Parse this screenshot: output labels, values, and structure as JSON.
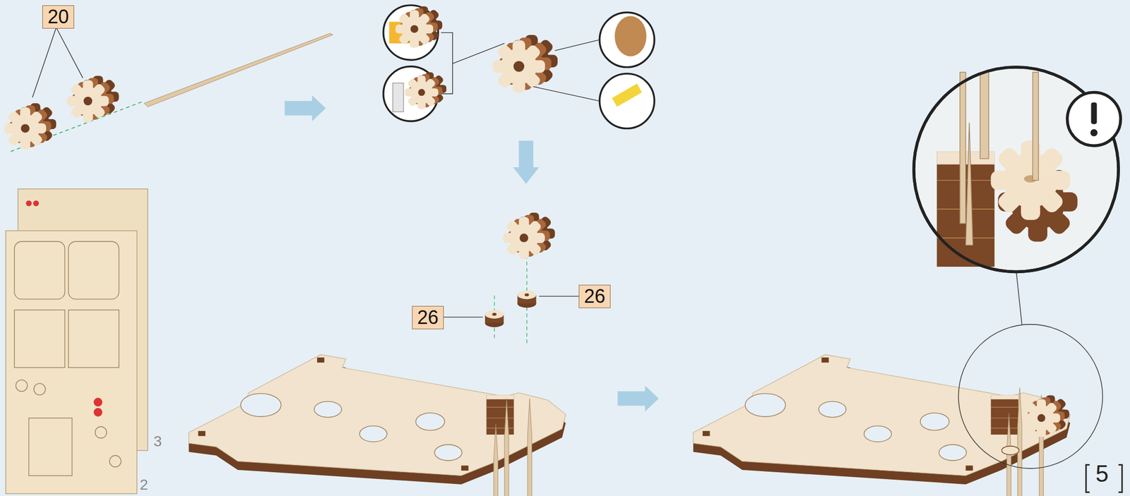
{
  "diagram": {
    "nodes": [
      {
        "text": [
          "20"
        ]
      },
      {
        "text": [
          "26"
        ]
      },
      {
        "text": [
          "26"
        ]
      }
    ],
    "labels": [
      "3",
      "2",
      "5"
    ]
  }
}
